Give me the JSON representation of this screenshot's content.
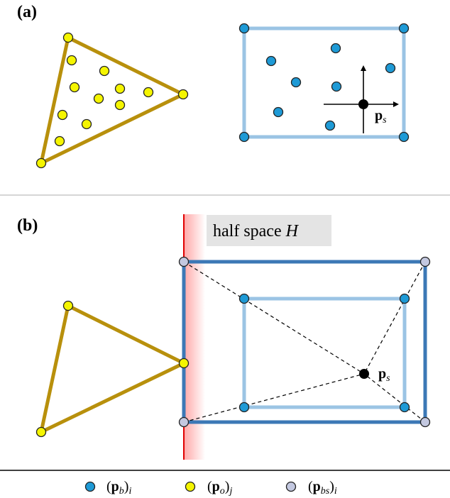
{
  "panel_a": {
    "label": "(a)"
  },
  "panel_b": {
    "label": "(b)",
    "halfspace_text": "half space ",
    "halfspace_var": "H"
  },
  "ps_label": {
    "base": "p",
    "sub": "s"
  },
  "legend": [
    {
      "main": "p",
      "sub_inner": "b",
      "sub_outer": "i",
      "color": "#1e9ad6"
    },
    {
      "main": "p",
      "sub_inner": "o",
      "sub_outer": "j",
      "color": "#f5f500"
    },
    {
      "main": "p",
      "sub_inner": "bs",
      "sub_outer": "i",
      "color": "#c3c8e0"
    }
  ],
  "colors": {
    "triangle": "#b8900c",
    "box_light": "#9bc4e4",
    "box_dark": "#3c78b6",
    "point_blue": "#1e9ad6",
    "point_yellow": "#f5f500",
    "point_lavender": "#c3c8e0",
    "halfspace_line": "#e00000",
    "halfspace_bg": "#e4e4e4",
    "separator": "#c8c8c8"
  }
}
